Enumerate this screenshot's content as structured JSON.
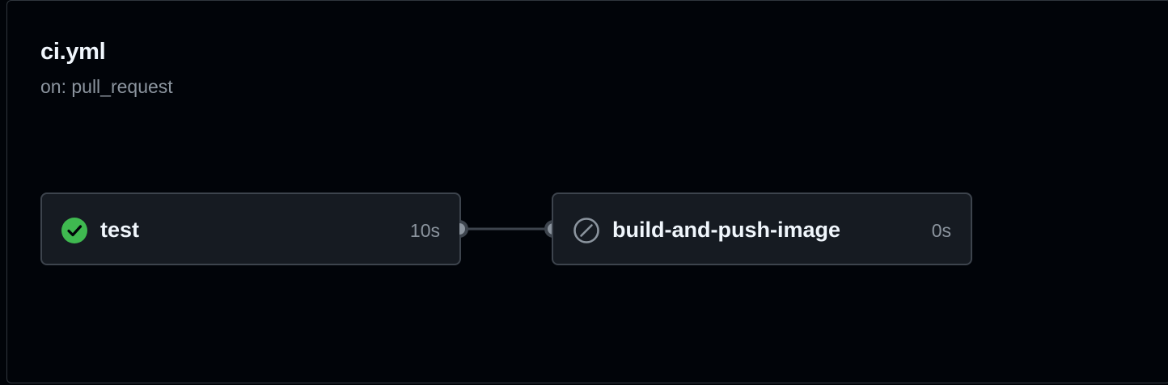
{
  "workflow": {
    "title": "ci.yml",
    "trigger": "on: pull_request"
  },
  "jobs": [
    {
      "name": "test",
      "duration": "10s",
      "status": "success",
      "icon": "check-circle-icon",
      "color": "#3fb950"
    },
    {
      "name": "build-and-push-image",
      "duration": "0s",
      "status": "skipped",
      "icon": "skip-icon",
      "color": "#8b949e"
    }
  ]
}
